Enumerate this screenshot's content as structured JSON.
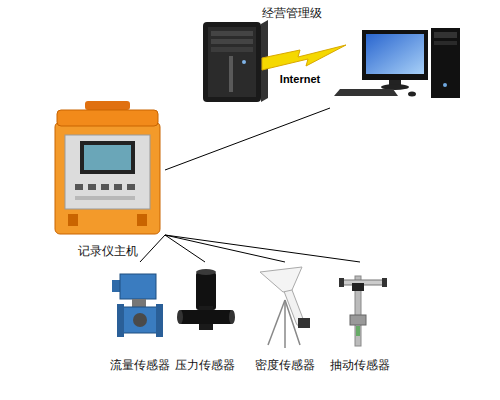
{
  "diagram": {
    "nodes": [
      {
        "text": [
          "经营管理级"
        ]
      },
      {
        "text": [
          "记录仪主机"
        ]
      },
      {
        "text": [
          "流量传感器"
        ]
      },
      {
        "text": [
          "压力传感器"
        ]
      },
      {
        "text": [
          "密度传感器"
        ]
      },
      {
        "text": [
          "抽动传感器"
        ]
      }
    ],
    "edges": [
      {
        "from": 1,
        "to": 0,
        "arrow": "none"
      },
      {
        "from": 1,
        "to": 2,
        "arrow": "none"
      },
      {
        "from": 1,
        "to": 3,
        "arrow": "none"
      },
      {
        "from": 1,
        "to": 4,
        "arrow": "none"
      },
      {
        "from": 1,
        "to": 5,
        "arrow": "none"
      }
    ],
    "labels": [
      "Internet"
    ]
  }
}
